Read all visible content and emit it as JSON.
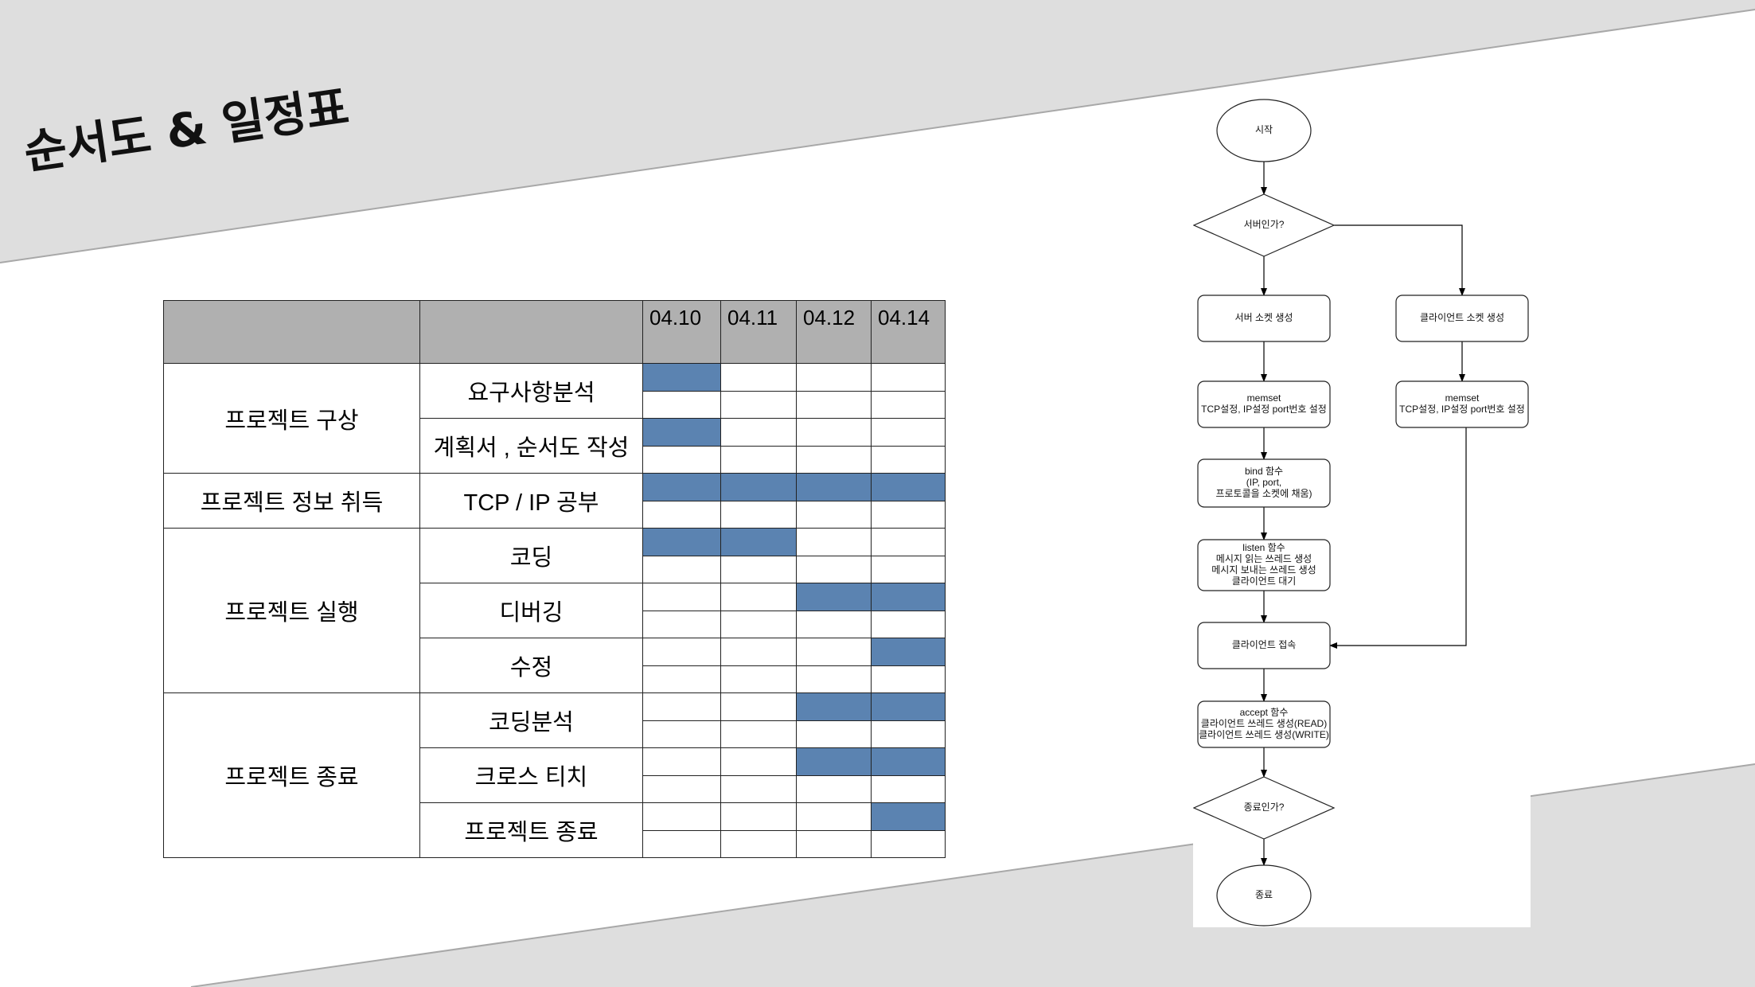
{
  "slide": {
    "title": "순서도 & 일정표",
    "band_color": "#dedede",
    "band_edge_color": "#a8a8a8"
  },
  "schedule": {
    "header_color": "#b0b0b0",
    "bar_color": "#5b83b1",
    "dates": [
      "04.10",
      "04.11",
      "04.12",
      "04.14"
    ],
    "phases": [
      {
        "name": "프로젝트 구상",
        "tasks": [
          {
            "name": "요구사항분석",
            "marks": [
              [
                1,
                0,
                0,
                0
              ],
              [
                0,
                0,
                0,
                0
              ]
            ]
          },
          {
            "name": "계획서 , 순서도 작성",
            "marks": [
              [
                1,
                0,
                0,
                0
              ],
              [
                0,
                0,
                0,
                0
              ]
            ]
          }
        ]
      },
      {
        "name": "프로젝트 정보 취득",
        "tasks": [
          {
            "name": "TCP / IP  공부",
            "marks": [
              [
                1,
                1,
                1,
                1
              ],
              [
                0,
                0,
                0,
                0
              ]
            ]
          }
        ]
      },
      {
        "name": "프로젝트 실행",
        "tasks": [
          {
            "name": "코딩",
            "marks": [
              [
                1,
                1,
                0,
                0
              ],
              [
                0,
                0,
                0,
                0
              ]
            ]
          },
          {
            "name": "디버깅",
            "marks": [
              [
                0,
                0,
                1,
                1
              ],
              [
                0,
                0,
                0,
                0
              ]
            ]
          },
          {
            "name": "수정",
            "marks": [
              [
                0,
                0,
                0,
                1
              ],
              [
                0,
                0,
                0,
                0
              ]
            ]
          }
        ]
      },
      {
        "name": "프로젝트 종료",
        "tasks": [
          {
            "name": "코딩분석",
            "marks": [
              [
                0,
                0,
                1,
                1
              ],
              [
                0,
                0,
                0,
                0
              ]
            ]
          },
          {
            "name": "크로스 티치",
            "marks": [
              [
                0,
                0,
                1,
                1
              ],
              [
                0,
                0,
                0,
                0
              ]
            ]
          },
          {
            "name": "프로젝트 종료",
            "marks": [
              [
                0,
                0,
                0,
                1
              ],
              [
                0,
                0,
                0,
                0
              ]
            ]
          }
        ]
      }
    ]
  },
  "flowchart": {
    "nodes": [
      {
        "id": "start",
        "shape": "ellipse",
        "lines": [
          "시작"
        ]
      },
      {
        "id": "is_server",
        "shape": "diamond",
        "lines": [
          "서버인가?"
        ]
      },
      {
        "id": "server_socket",
        "shape": "rounded",
        "lines": [
          "서버 소켓 생성"
        ]
      },
      {
        "id": "client_socket",
        "shape": "rounded",
        "lines": [
          "클라이언트 소켓 생성"
        ]
      },
      {
        "id": "server_memset",
        "shape": "rounded",
        "lines": [
          "memset",
          "TCP설정, IP설정 port번호 설정"
        ]
      },
      {
        "id": "client_memset",
        "shape": "rounded",
        "lines": [
          "memset",
          "TCP설정, IP설정 port번호 설정"
        ]
      },
      {
        "id": "bind",
        "shape": "rounded",
        "lines": [
          "bind 함수",
          "(IP, port,",
          "프로토콜을 소켓에 채움)"
        ]
      },
      {
        "id": "listen",
        "shape": "rounded",
        "lines": [
          "listen 함수",
          "메시지 읽는 쓰레드 생성",
          "메시지 보내는 쓰레드 생성",
          "클라이언트 대기"
        ]
      },
      {
        "id": "connect",
        "shape": "rounded",
        "lines": [
          "클라이언트 접속"
        ]
      },
      {
        "id": "accept",
        "shape": "rounded",
        "lines": [
          "accept 함수",
          "클라이언트 쓰레드 생성(READ)",
          "클라이언트 쓰레드 생성(WRITE)"
        ]
      },
      {
        "id": "is_end",
        "shape": "diamond",
        "lines": [
          "종료인가?"
        ]
      },
      {
        "id": "end",
        "shape": "ellipse",
        "lines": [
          "종료"
        ]
      }
    ],
    "edges": [
      {
        "from": "start",
        "to": "is_server"
      },
      {
        "from": "is_server",
        "to": "server_socket"
      },
      {
        "from": "is_server",
        "to": "client_socket"
      },
      {
        "from": "server_socket",
        "to": "server_memset"
      },
      {
        "from": "client_socket",
        "to": "client_memset"
      },
      {
        "from": "server_memset",
        "to": "bind"
      },
      {
        "from": "bind",
        "to": "listen"
      },
      {
        "from": "listen",
        "to": "connect"
      },
      {
        "from": "client_memset",
        "to": "connect"
      },
      {
        "from": "connect",
        "to": "accept"
      },
      {
        "from": "accept",
        "to": "is_end"
      },
      {
        "from": "is_end",
        "to": "end"
      }
    ]
  }
}
